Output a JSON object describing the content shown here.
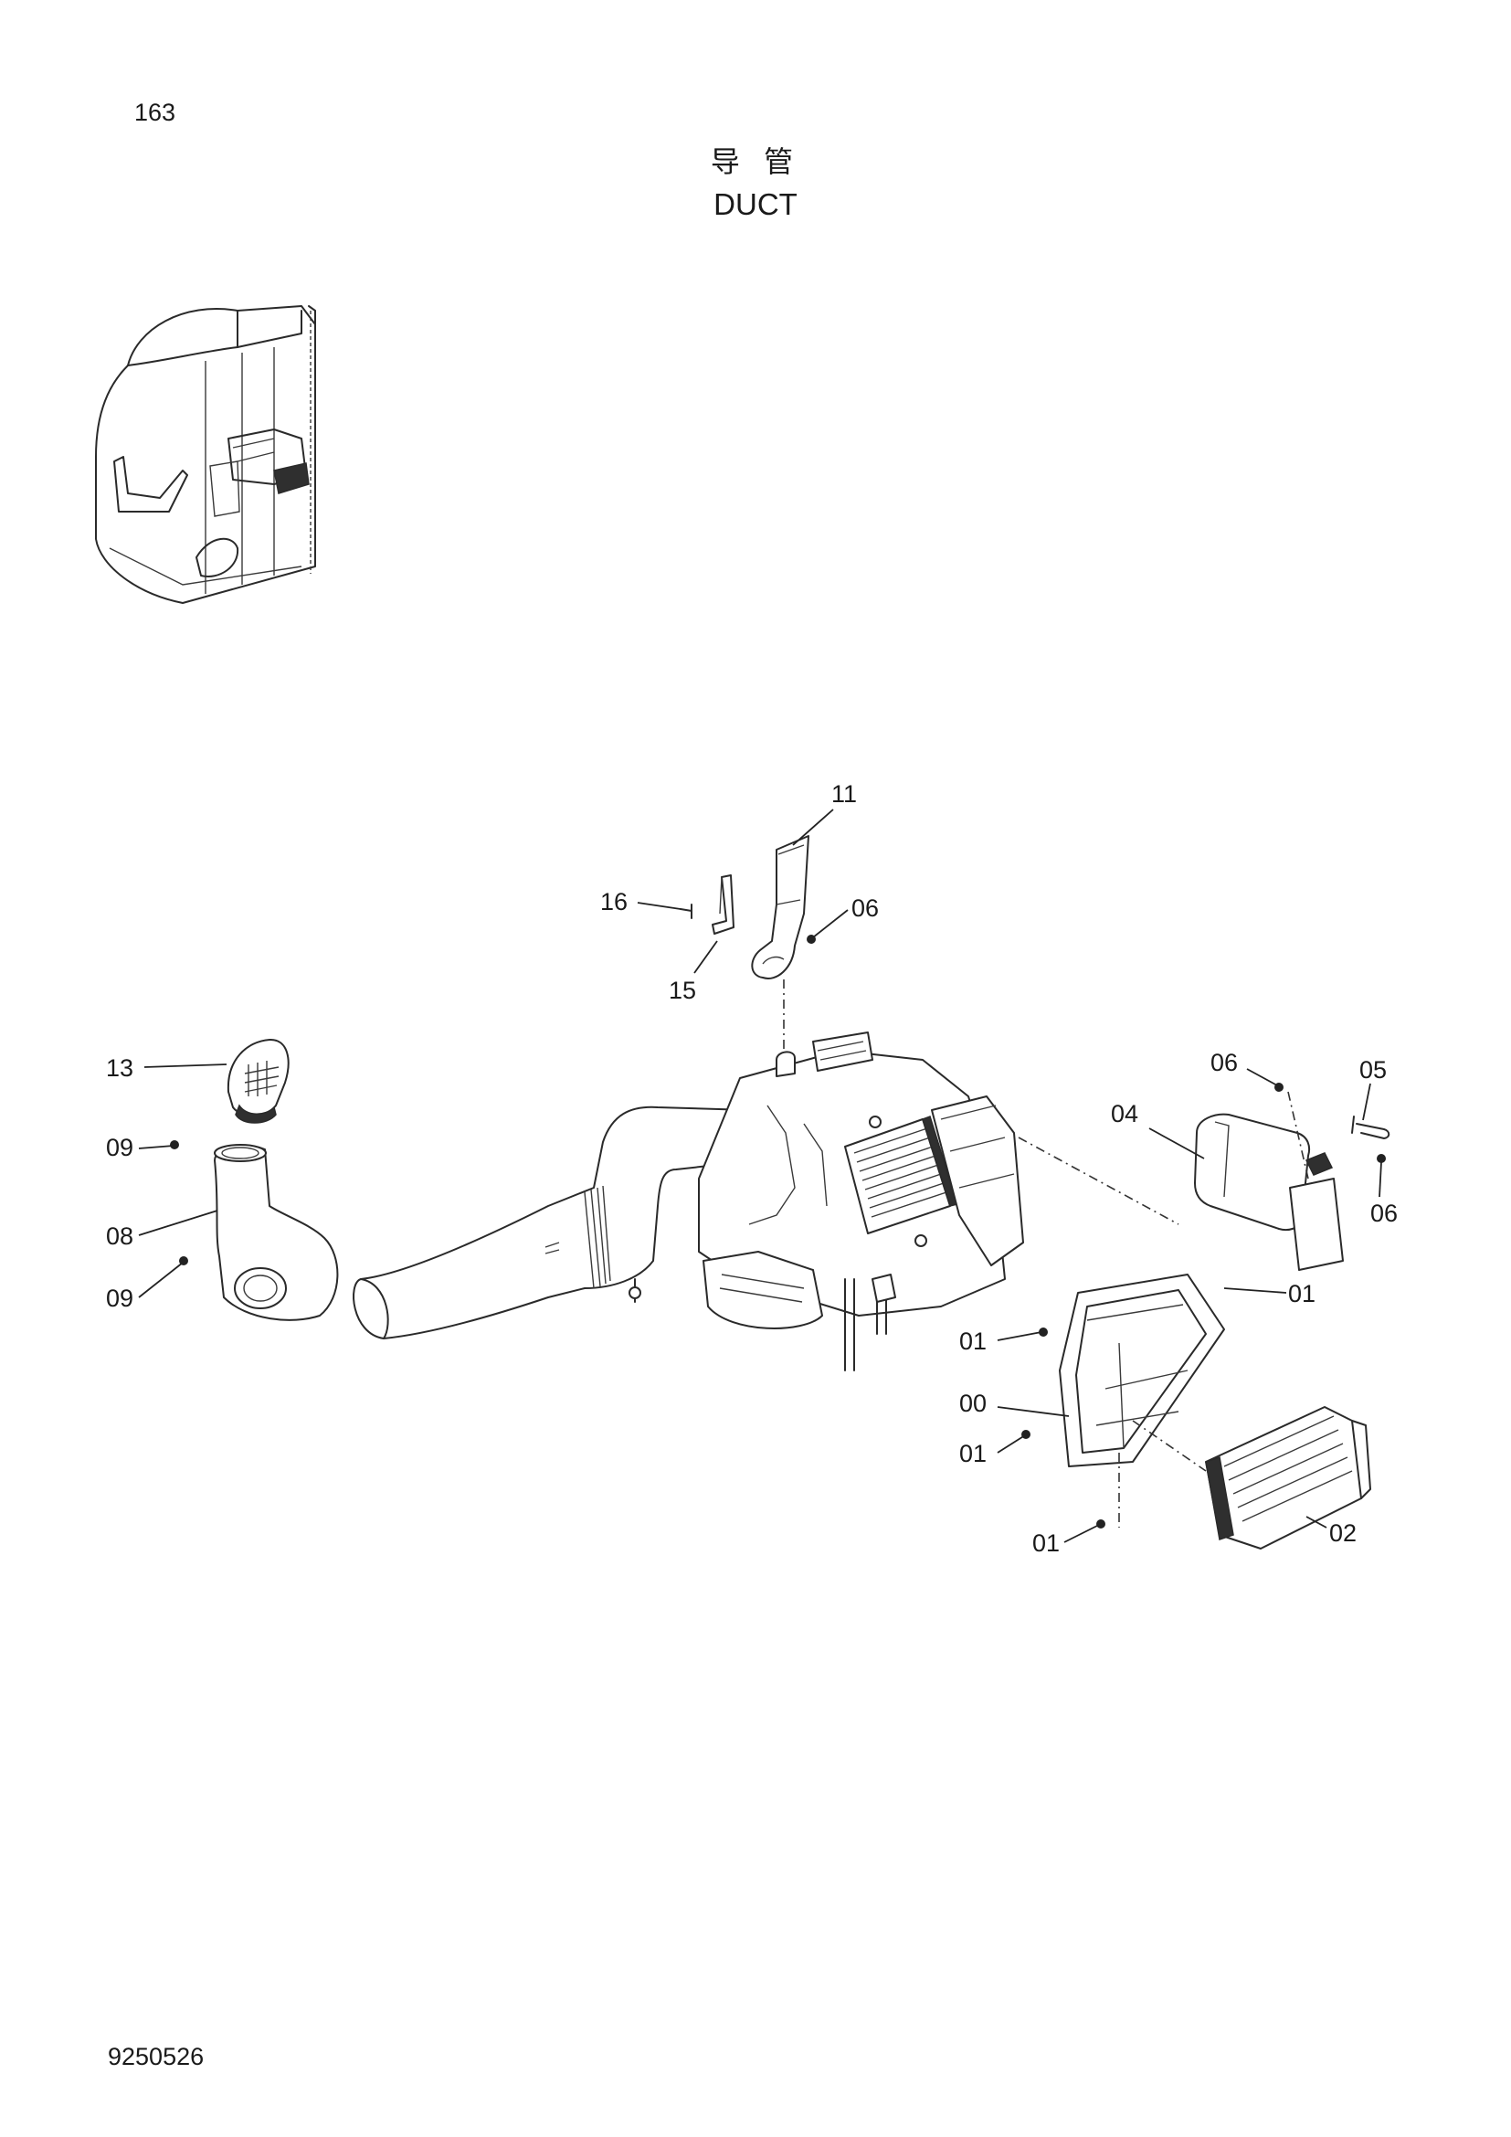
{
  "header": {
    "page_number": "163",
    "title_cn": "导 管",
    "title_en": "DUCT"
  },
  "footer": {
    "document_number": "9250526"
  },
  "callouts": [
    "11",
    "16",
    "06",
    "15",
    "13",
    "09",
    "08",
    "09",
    "06",
    "05",
    "04",
    "06",
    "01",
    "01",
    "00",
    "01",
    "01",
    "02"
  ]
}
